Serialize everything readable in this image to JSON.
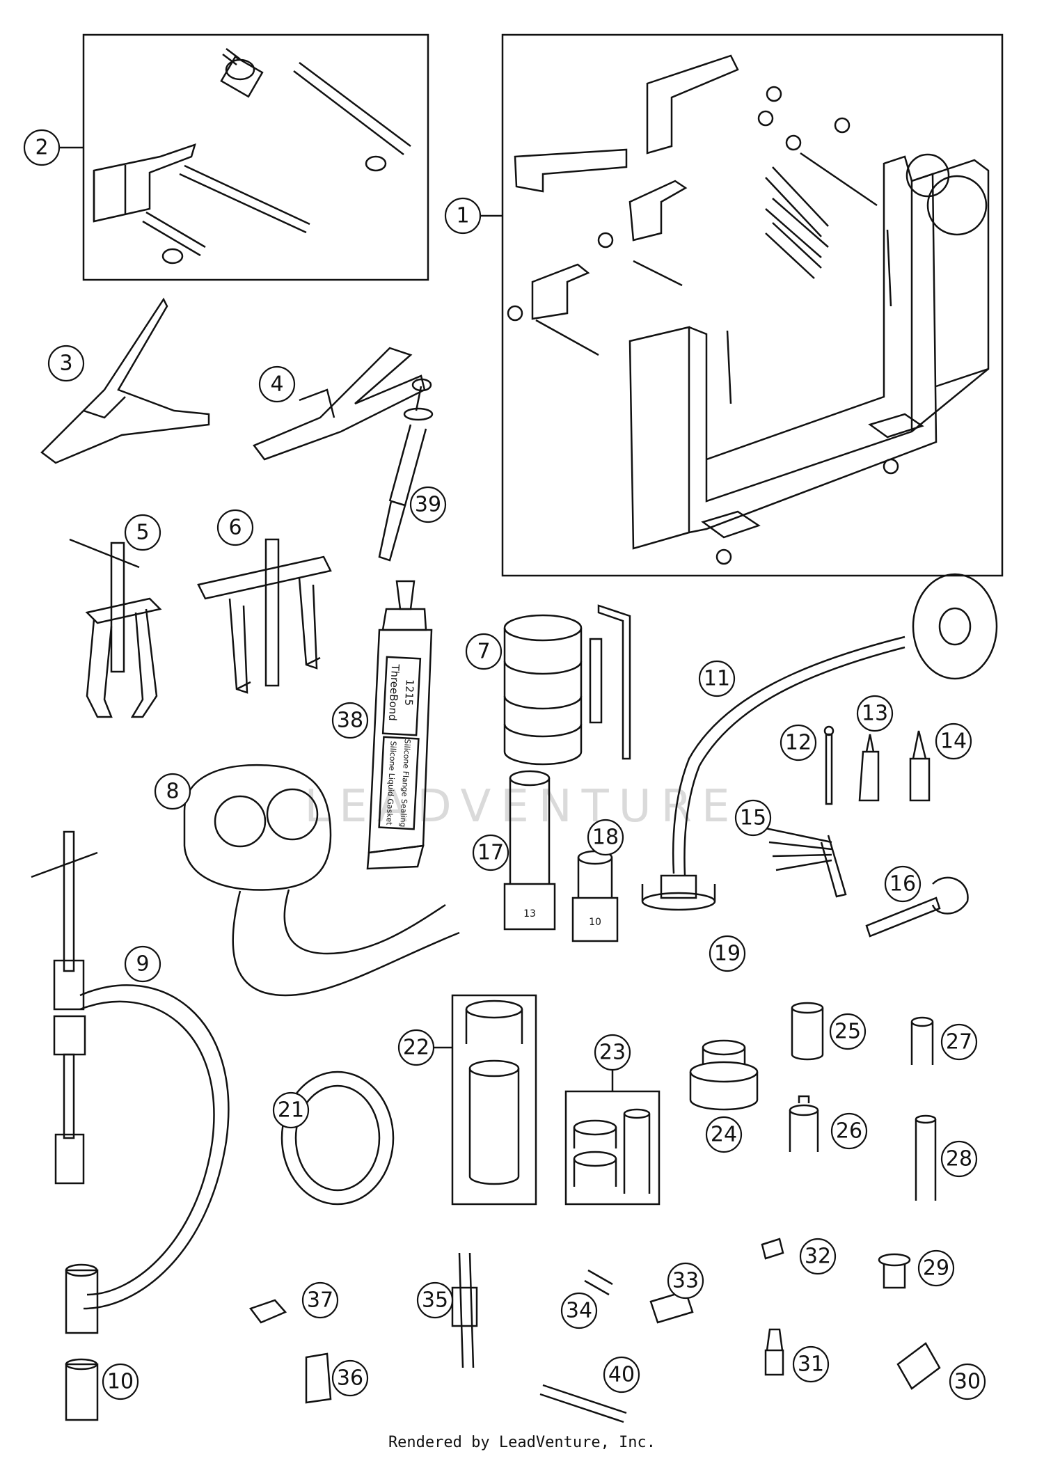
{
  "diagram": {
    "callouts": [
      "1",
      "2",
      "3",
      "4",
      "5",
      "6",
      "7",
      "8",
      "9",
      "10",
      "11",
      "12",
      "13",
      "14",
      "15",
      "16",
      "17",
      "18",
      "19",
      "21",
      "22",
      "23",
      "24",
      "25",
      "26",
      "27",
      "28",
      "29",
      "30",
      "31",
      "32",
      "33",
      "34",
      "35",
      "36",
      "37",
      "38",
      "39",
      "40"
    ],
    "labels": {
      "tube_brand": "ThreeBond",
      "tube_code": "1215",
      "tube_desc_1": "Silicone Liquid Gasket",
      "tube_desc_2": "Silicone Flange Sealing",
      "socket_13": "13",
      "socket_10": "10"
    },
    "watermark": "LEADVENTURE",
    "credit": "Rendered by LeadVenture, Inc."
  }
}
